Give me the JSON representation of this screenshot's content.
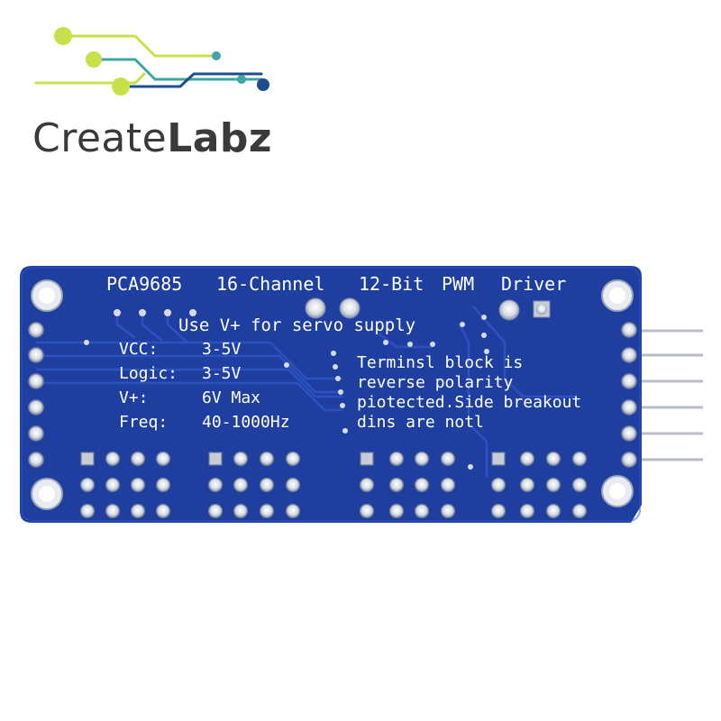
{
  "logo": {
    "brand_regular": "Create",
    "brand_bold": "Labz",
    "colors": {
      "trace_lime": "#c9e04a",
      "trace_teal": "#3fa6a6",
      "trace_navy": "#1e4d8c",
      "text": "#3a3a3a"
    }
  },
  "board": {
    "color": "#1f3fa0",
    "title_parts": [
      "PCA9685",
      "16-Channel",
      "12-Bit",
      "PWM",
      "Driver"
    ],
    "note_servo": "Use V+ for servo supply",
    "specs": [
      {
        "label": "VCC:",
        "value": "3-5V"
      },
      {
        "label": "Logic:",
        "value": "3-5V"
      },
      {
        "label": "V+:",
        "value": "6V Max"
      },
      {
        "label": "Freq:",
        "value": "40-1000Hz"
      }
    ],
    "note_lines": [
      "Terminsl block is",
      "reverse polarity",
      "piotected.Side breakout",
      "dins are notl"
    ]
  }
}
